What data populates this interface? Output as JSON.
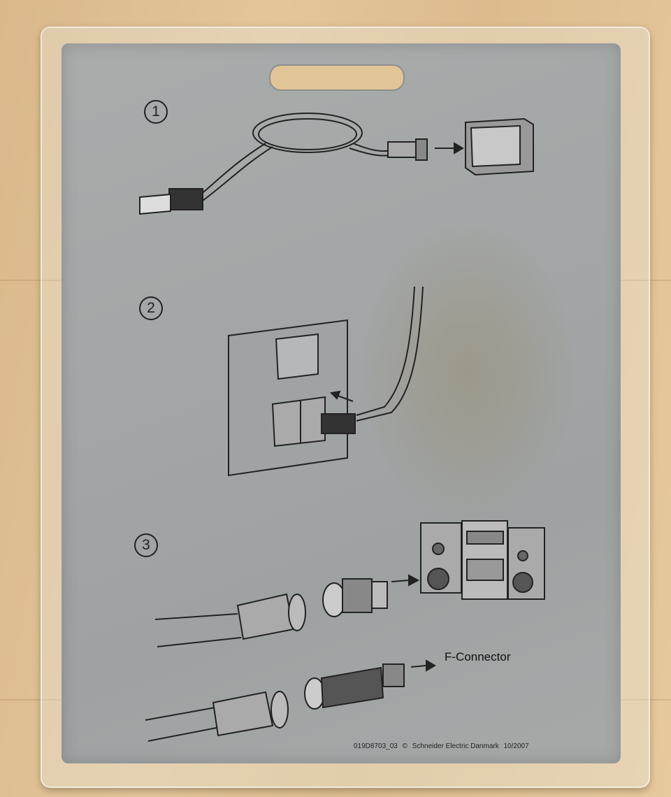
{
  "steps": [
    {
      "number": "1",
      "icon": "cable-to-tv-illustration"
    },
    {
      "number": "2",
      "icon": "wall-socket-plug-illustration"
    },
    {
      "number": "3",
      "icon": "coax-to-stereo-illustration"
    }
  ],
  "labels": {
    "f_connector": "F-Connector"
  },
  "footer": {
    "code": "019D8703_03",
    "copyright_symbol": "©",
    "company": "Schneider Electric Danmark",
    "date": "10/2007"
  },
  "colors": {
    "card": "#a4a7a7",
    "wood": "#ddbd8e",
    "ink": "#222222"
  }
}
